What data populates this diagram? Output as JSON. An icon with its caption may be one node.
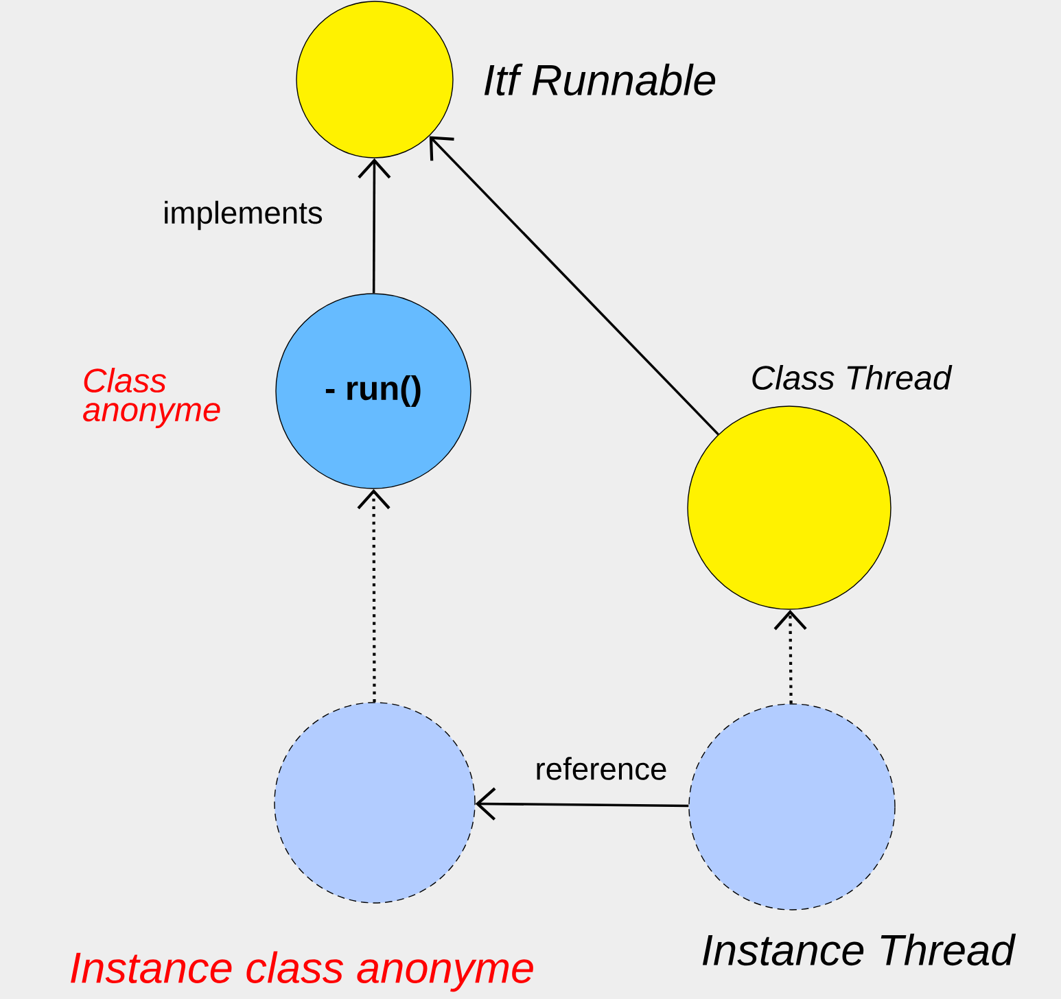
{
  "diagram": {
    "nodes": [
      {
        "text": [],
        "shape": "circle",
        "beside": [
          "Itf Runnable"
        ]
      },
      {
        "text": [
          "- run()"
        ],
        "beside": [
          "Class anonyme"
        ]
      },
      {
        "text": [],
        "shape": "circle",
        "beside": [
          "Class Thread"
        ]
      },
      {
        "text": [],
        "shape": "circle",
        "beside": [
          "Instance class anonyme"
        ]
      },
      {
        "text": [],
        "shape": "circle",
        "beside": [
          "Instance Thread"
        ]
      }
    ],
    "edges": [
      {
        "from": 1,
        "to": 0,
        "arrow": "to",
        "label": "implements"
      },
      {
        "from": 2,
        "to": 0,
        "arrow": "to"
      },
      {
        "from": 3,
        "to": 1,
        "arrow": "to",
        "style": "dashed"
      },
      {
        "from": 4,
        "to": 2,
        "arrow": "to",
        "style": "dashed"
      },
      {
        "from": 4,
        "to": 3,
        "arrow": "to",
        "label": "reference"
      }
    ]
  }
}
